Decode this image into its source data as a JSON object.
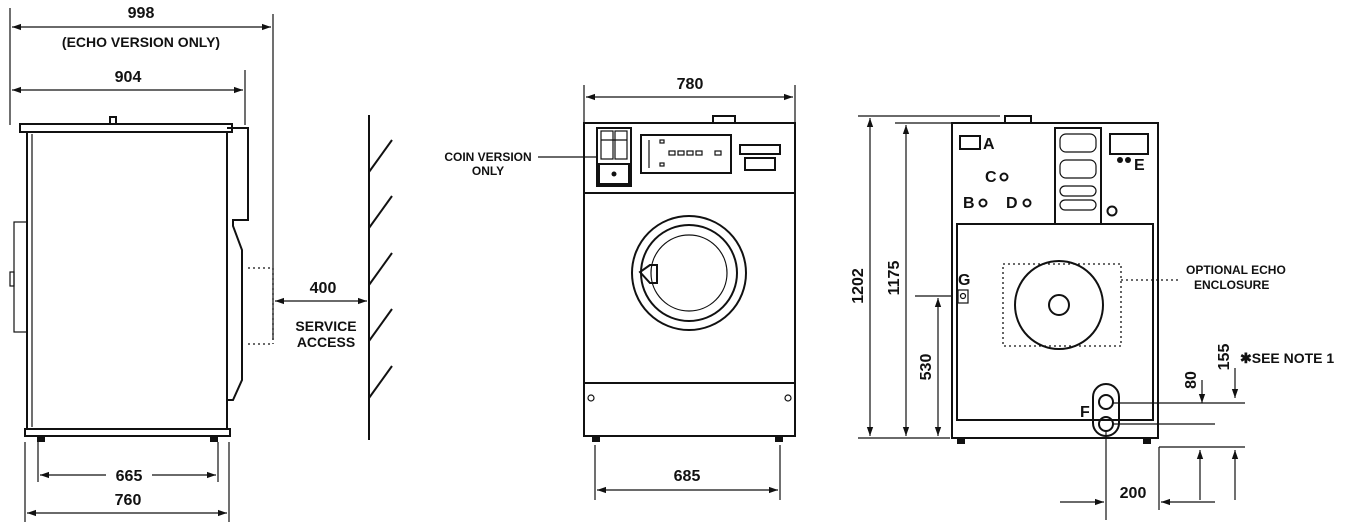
{
  "side_view": {
    "width_echo": "998",
    "echo_note": "(ECHO VERSION ONLY)",
    "width_standard": "904",
    "service_distance": "400",
    "service_line1": "SERVICE",
    "service_line2": "ACCESS",
    "feet_inner": "665",
    "feet_outer": "760"
  },
  "front_view": {
    "width_top": "780",
    "coin_line1": "COIN VERSION",
    "coin_line2": "ONLY",
    "feet_width": "685"
  },
  "rear_view": {
    "height_total": "1202",
    "height_body": "1175",
    "height_530": "530",
    "label_a": "A",
    "label_b": "B",
    "label_c": "C",
    "label_d": "D",
    "label_e": "E",
    "label_f": "F",
    "label_g": "G",
    "echo_line1": "OPTIONAL ECHO",
    "echo_line2": "ENCLOSURE",
    "dim_155": "155",
    "dim_80": "80",
    "note": "✱SEE NOTE 1",
    "dim_200": "200"
  }
}
